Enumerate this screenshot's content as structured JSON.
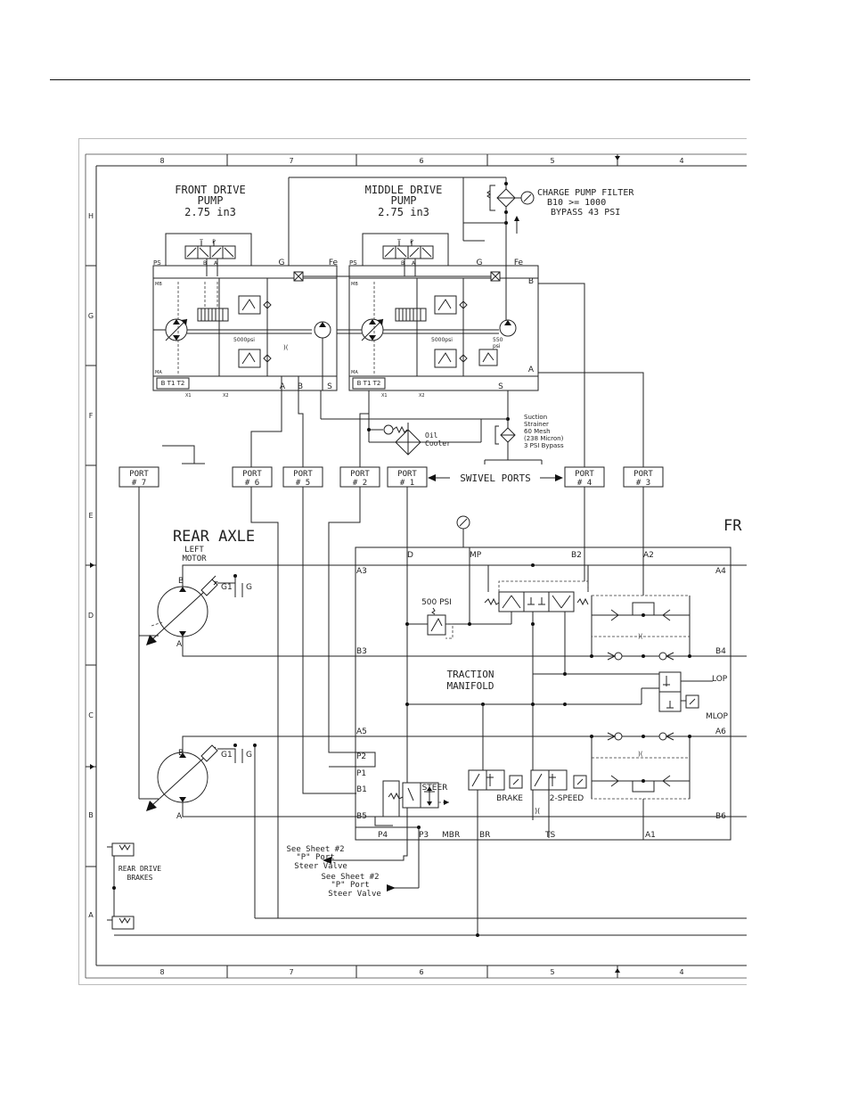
{
  "zones": {
    "columns": [
      "8",
      "7",
      "6",
      "5",
      "4"
    ],
    "rows": [
      "H",
      "G",
      "F",
      "E",
      "D",
      "C",
      "B",
      "A"
    ]
  },
  "pumps": {
    "front": {
      "line1": "FRONT DRIVE",
      "line2": "PUMP",
      "line3": "2.75 in3"
    },
    "middle": {
      "line1": "MIDDLE DRIVE",
      "line2": "PUMP",
      "line3": "2.75 in3"
    },
    "port_labels": {
      "ps": "PS",
      "mb": "MB",
      "ma": "MA",
      "g": "G",
      "fe": "Fe",
      "a": "A",
      "b": "B",
      "s": "S",
      "bt": "B T1 T2",
      "x1": "X1",
      "x2": "X2",
      "t": "T",
      "p": "P"
    },
    "relief_front": "5000psi",
    "relief_middle": "5000psi",
    "charge_relief_value": "550",
    "charge_relief_unit": "psi"
  },
  "filter": {
    "line1": "CHARGE PUMP FILTER",
    "line2": "B10 >= 1000",
    "line3": "BYPASS 43 PSI"
  },
  "strainer": {
    "lines": [
      "Suction",
      "Strainer",
      "60 Mesh",
      "(238 Micron)",
      "3 PSI Bypass"
    ]
  },
  "cooler": {
    "line1": "Oil",
    "line2": "Cooler"
  },
  "ports": {
    "p7": {
      "line1": "PORT",
      "line2": "# 7"
    },
    "p6": {
      "line1": "PORT",
      "line2": "# 6"
    },
    "p5": {
      "line1": "PORT",
      "line2": "# 5"
    },
    "p2": {
      "line1": "PORT",
      "line2": "# 2"
    },
    "p1": {
      "line1": "PORT",
      "line2": "# 1"
    },
    "p4": {
      "line1": "PORT",
      "line2": "# 4"
    },
    "p3": {
      "line1": "PORT",
      "line2": "# 3"
    },
    "swivel": "SWIVEL PORTS"
  },
  "rear_axle": {
    "title": "REAR AXLE",
    "motor_line1": "LEFT",
    "motor_line2": "MOTOR",
    "b": "B",
    "a": "A",
    "g1": "G1",
    "g": "G",
    "brakes_line1": "REAR DRIVE",
    "brakes_line2": "BRAKES"
  },
  "front_clip": "FR",
  "manifold": {
    "title_line1": "TRACTION",
    "title_line2": "MANIFOLD",
    "relief": "500 PSI",
    "top_ports": {
      "d": "D",
      "mp": "MP",
      "b2": "B2",
      "a2": "A2"
    },
    "left_ports": {
      "a3": "A3",
      "b3": "B3",
      "a5": "A5",
      "p2": "P2",
      "p1": "P1",
      "b1": "B1",
      "b5": "B5"
    },
    "right_ports": {
      "a4": "A4",
      "b4": "B4",
      "lop": "LOP",
      "mlop": "MLOP",
      "a6": "A6",
      "b6": "B6"
    },
    "bottom_ports": {
      "p4": "P4",
      "p3": "P3",
      "mbr": "MBR",
      "br": "BR",
      "ts": "TS",
      "a1": "A1"
    },
    "valves": {
      "steer": "STEER",
      "brake": "BRAKE",
      "two_speed": "2-SPEED"
    }
  },
  "notes": {
    "n1": {
      "line1": "See Sheet #2",
      "line2": "\"P\" Port",
      "line3": "Steer Valve"
    },
    "n2": {
      "line1": "See Sheet #2",
      "line2": "\"P\" Port",
      "line3": "Steer Valve"
    }
  }
}
